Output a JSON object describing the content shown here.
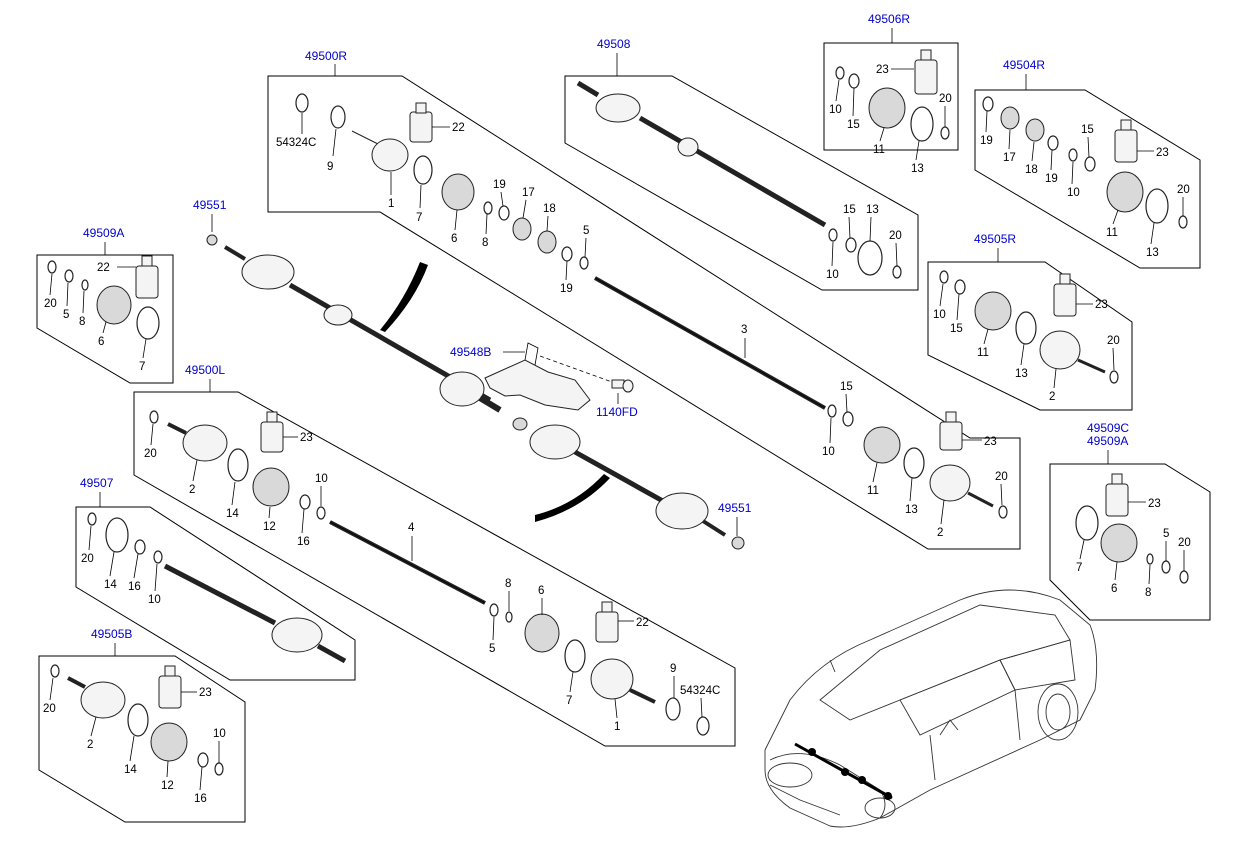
{
  "group_labels": {
    "g49500R": "49500R",
    "g49508": "49508",
    "g49506R": "49506R",
    "g49504R": "49504R",
    "g49551a": "49551",
    "g49509A": "49509A",
    "g49505R": "49505R",
    "g49548B": "49548B",
    "g1140FD": "1140FD",
    "g49500L": "49500L",
    "g49551b": "49551",
    "g49509C": "49509C",
    "g49509A2": "49509A",
    "g49507": "49507",
    "g49505B": "49505B"
  },
  "part_numbers": {
    "n54324C_a": "54324C",
    "n9_a": "9",
    "n22_a": "22",
    "n1_a": "1",
    "n7_a": "7",
    "n6_a": "6",
    "n8_a": "8",
    "n19_a": "19",
    "n17_a": "17",
    "n18_a": "18",
    "n5_a": "5",
    "n19_b": "19",
    "n3": "3",
    "n15_a": "15",
    "n10_a": "10",
    "n23_a": "23",
    "n11_a": "11",
    "n13_a": "13",
    "n20_a": "20",
    "n2_a": "2",
    "n15_b": "15",
    "n13_b": "13",
    "n20_b": "20",
    "n10_b": "10",
    "n23_b": "23",
    "n10_c": "10",
    "n15_c": "15",
    "n11_b": "11",
    "n13_c": "13",
    "n20_c": "20",
    "n19_c": "19",
    "n17_b": "17",
    "n18_b": "18",
    "n19_d": "19",
    "n10_d": "10",
    "n15_d": "15",
    "n23_c": "23",
    "n11_c": "11",
    "n13_d": "13",
    "n20_d": "20",
    "n10_e": "10",
    "n15_e": "15",
    "n23_d": "23",
    "n11_d": "11",
    "n13_e": "13",
    "n20_e": "20",
    "n2_b": "2",
    "n20_f": "20",
    "n5_b": "5",
    "n22_b": "22",
    "n8_b": "8",
    "n6_b": "6",
    "n7_b": "7",
    "n20_g": "20",
    "n23_e": "23",
    "n2_c": "2",
    "n14_a": "14",
    "n12_a": "12",
    "n10_f": "10",
    "n16_a": "16",
    "n4": "4",
    "n8_c": "8",
    "n6_c": "6",
    "n5_c": "5",
    "n22_c": "22",
    "n7_c": "7",
    "n9_b": "9",
    "n54324C_b": "54324C",
    "n1_b": "1",
    "n23_f": "23",
    "n7_d": "7",
    "n6_d": "6",
    "n5_d": "5",
    "n20_h": "20",
    "n8_d": "8",
    "n20_i": "20",
    "n14_b": "14",
    "n16_b": "16",
    "n10_g": "10",
    "n20_j": "20",
    "n23_g": "23",
    "n2_d": "2",
    "n14_c": "14",
    "n12_b": "12",
    "n10_h": "10",
    "n16_c": "16"
  }
}
